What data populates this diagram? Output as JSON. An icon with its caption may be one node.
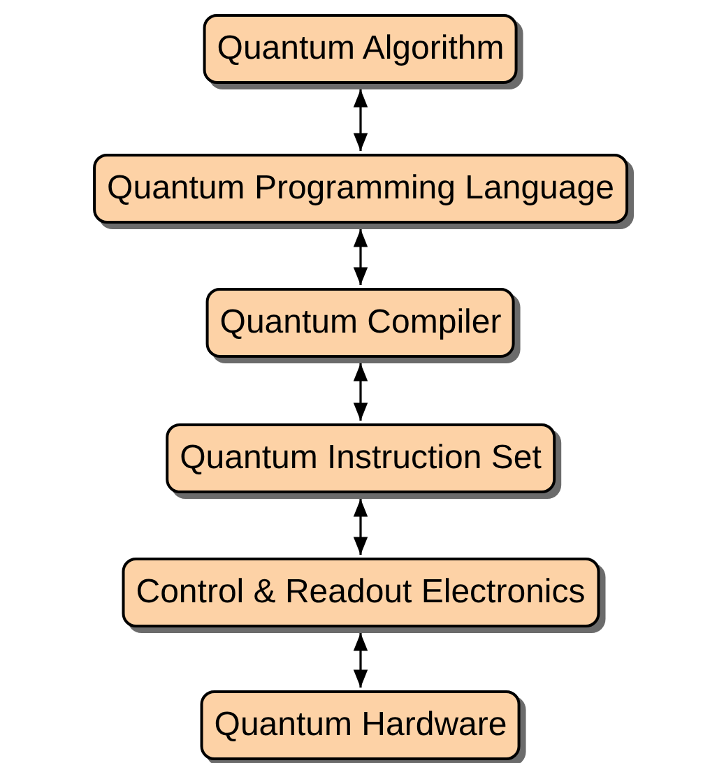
{
  "diagram": {
    "nodes": [
      {
        "text": [
          "Quantum Algorithm"
        ]
      },
      {
        "text": [
          "Quantum Programming Language"
        ]
      },
      {
        "text": [
          "Quantum Compiler"
        ]
      },
      {
        "text": [
          "Quantum Instruction Set"
        ]
      },
      {
        "text": [
          "Control & Readout Electronics"
        ]
      },
      {
        "text": [
          "Quantum Hardware"
        ]
      }
    ],
    "edges": [
      {
        "from": 0,
        "to": 1,
        "arrow": "both"
      },
      {
        "from": 1,
        "to": 2,
        "arrow": "both"
      },
      {
        "from": 2,
        "to": 3,
        "arrow": "both"
      },
      {
        "from": 3,
        "to": 4,
        "arrow": "both"
      },
      {
        "from": 4,
        "to": 5,
        "arrow": "both"
      }
    ]
  }
}
